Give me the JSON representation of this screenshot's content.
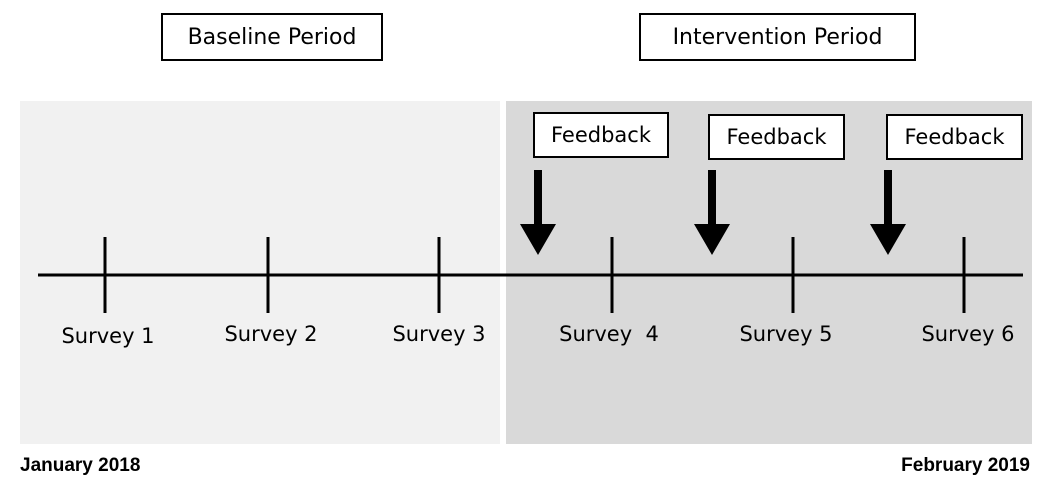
{
  "periods": {
    "baseline": "Baseline Period",
    "intervention": "Intervention Period"
  },
  "feedback": [
    "Feedback",
    "Feedback",
    "Feedback"
  ],
  "surveys": [
    "Survey 1",
    "Survey 2",
    "Survey 3",
    "Survey  4",
    "Survey 5",
    "Survey 6"
  ],
  "dates": {
    "start": "January 2018",
    "end": "February 2019"
  },
  "colors": {
    "baseline_shade": "#f1f1f1",
    "intervention_shade": "#d9d9d9",
    "line": "#000000"
  }
}
